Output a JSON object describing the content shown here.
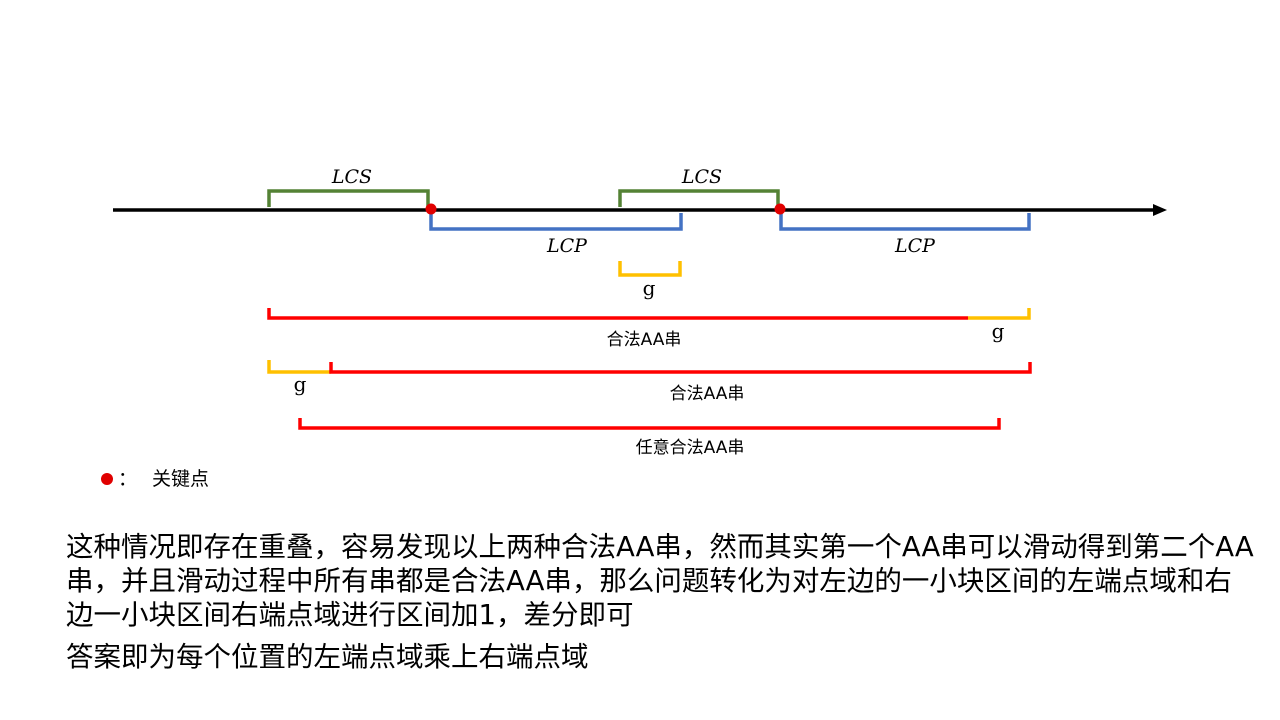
{
  "colors": {
    "axis": "#000000",
    "lcs": "#548235",
    "lcp": "#4472c4",
    "gap": "#ffc000",
    "valid": "#ff0000",
    "keypoint": "#e00000"
  },
  "labels": {
    "lcs": "LCS",
    "lcp": "LCP",
    "g": "g",
    "valid_aa": "合法AA串",
    "any_valid_aa": "任意合法AA串"
  },
  "legend": {
    "separator": "：",
    "text": "关键点"
  },
  "paragraphs": [
    "这种情况即存在重叠，容易发现以上两种合法AA串，然而其实第一个AA串可以滑动得到第二个AA串，并且滑动过程中所有串都是合法AA串，那么问题转化为对左边的一小块区间的左端点域和右边一小块区间右端点域进行区间加1，差分即可",
    "答案即为每个位置的左端点域乘上右端点域"
  ]
}
